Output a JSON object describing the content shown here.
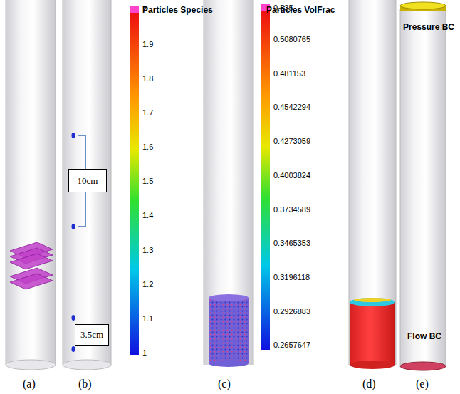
{
  "diagram": {
    "nodes": [
      {
        "text": [
          "10cm"
        ]
      },
      {
        "text": [
          "3.5cm"
        ]
      }
    ],
    "labels": [
      "Particles Species",
      "2",
      "1.9",
      "1.8",
      "1.7",
      "1.6",
      "1.5",
      "1.4",
      "1.3",
      "1.2",
      "1.1",
      "1",
      "Particles VolFrac",
      "0.535",
      "0.5080765",
      "0.481153",
      "0.4542294",
      "0.4273059",
      "0.4003824",
      "0.3734589",
      "0.3465353",
      "0.3196118",
      "0.2926883",
      "0.2657647",
      "Pressure BC",
      "Flow BC",
      "(a)",
      "(b)",
      "(c)",
      "(d)",
      "(e)"
    ]
  }
}
